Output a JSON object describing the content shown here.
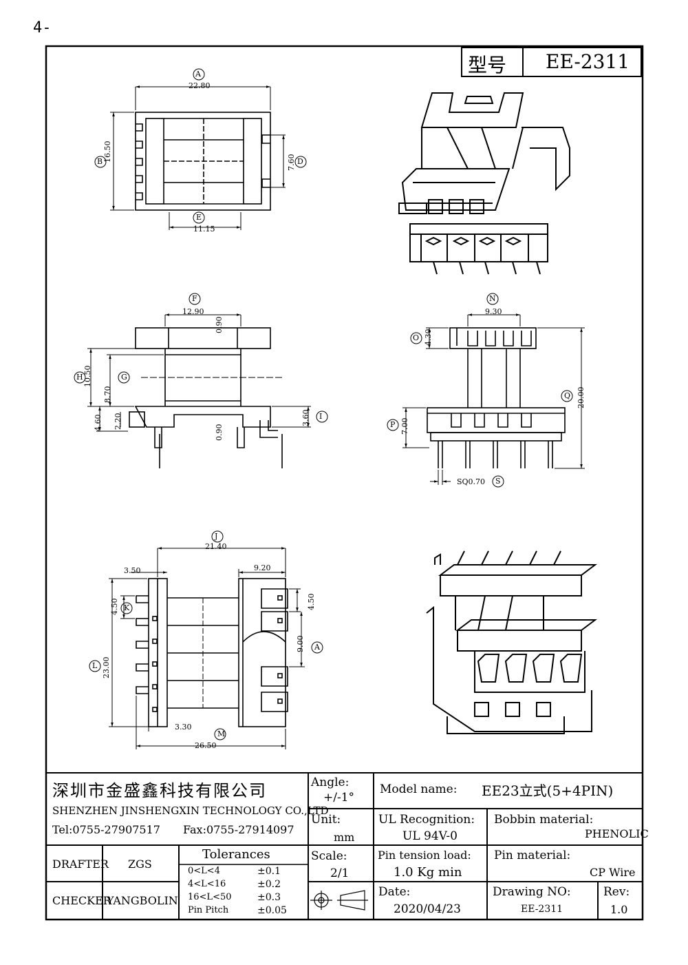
{
  "page_number": "4-",
  "model_header": {
    "label": "型号",
    "value": "EE-2311"
  },
  "top_view": {
    "A_value": "22.80",
    "B_value": "16.50",
    "D_value": "7.60",
    "E_value": "11.15",
    "labels": {
      "A": "A",
      "B": "B",
      "D": "D",
      "E": "E"
    }
  },
  "front_view": {
    "F_value": "12.90",
    "top_thk": "0.90",
    "H_value": "10.50",
    "G_value": "8.70",
    "base_thk": "0.90",
    "left_a": "4.60",
    "left_b": "2.20",
    "I_value": "3.60",
    "labels": {
      "F": "F",
      "H": "H",
      "G": "G",
      "I": "I"
    }
  },
  "side_view": {
    "N_value": "9.30",
    "O_value": "4.30",
    "Q_value": "20.00",
    "P_value": "7.00",
    "S_value": "SQ0.70",
    "labels": {
      "N": "N",
      "O": "O",
      "Q": "Q",
      "P": "P",
      "S": "S"
    }
  },
  "bottom_view": {
    "J_value": "21.40",
    "left_off": "3.50",
    "right_off": "9.20",
    "K_value": "4.50",
    "right_pitch": "4.50",
    "A2_value": "9.00",
    "L_value": "23.00",
    "bottom_off": "3.30",
    "M_value": "26.50",
    "labels": {
      "J": "J",
      "K": "K",
      "A": "A",
      "L": "L",
      "M": "M"
    }
  },
  "title_block": {
    "company_cn": "深圳市金盛鑫科技有限公司",
    "company_en": "SHENZHEN JINSHENGXIN TECHNOLOGY CO.,LTD",
    "tel": "Tel:0755-27907517",
    "fax": "Fax:0755-27914097",
    "angle_label": "Angle:",
    "angle_value": "+/-1°",
    "model_name_label": "Model name:",
    "model_name_value": "EE23立式(5+4PIN)",
    "unit_label": "Unit:",
    "unit_value": "mm",
    "ul_label": "UL Recognition:",
    "ul_value": "UL 94V-0",
    "bobbin_label": "Bobbin material:",
    "bobbin_value": "PHENOLIC",
    "drafter_label": "DRAFTER",
    "drafter_value": "ZGS",
    "tolerances_label": "Tolerances",
    "tolerances": [
      {
        "range": "0<L<4",
        "value": "±0.1"
      },
      {
        "range": "4<L<16",
        "value": "±0.2"
      },
      {
        "range": "16<L<50",
        "value": "±0.3"
      },
      {
        "range": "Pin Pitch",
        "value": "±0.05"
      }
    ],
    "scale_label": "Scale:",
    "scale_value": "2/1",
    "pin_tension_label": "Pin tension load:",
    "pin_tension_value": "1.0 Kg min",
    "pin_material_label": "Pin material:",
    "pin_material_value": "CP Wire",
    "checker_label": "CHECKER",
    "checker_value": "YANGBOLIN",
    "date_label": "Date:",
    "date_value": "2020/04/23",
    "drawing_no_label": "Drawing NO:",
    "drawing_no_value": "EE-2311",
    "rev_label": "Rev:",
    "rev_value": "1.0"
  }
}
